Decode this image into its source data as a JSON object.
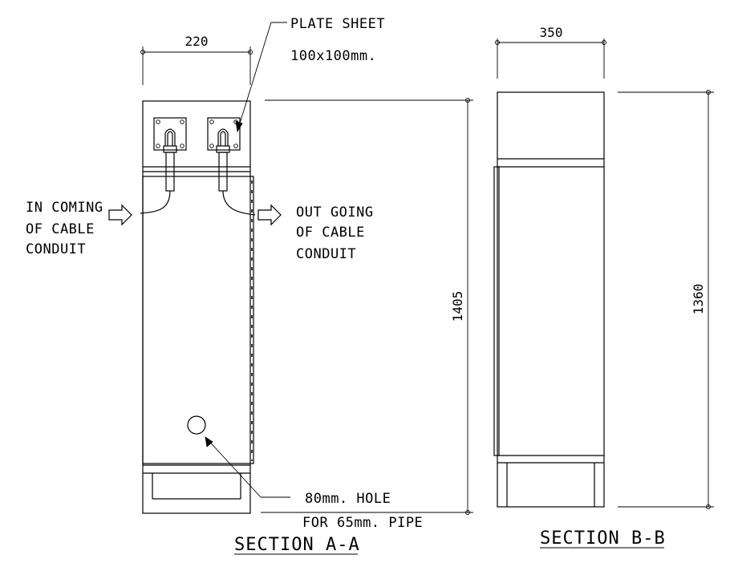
{
  "labels": {
    "plate_sheet_line1": "PLATE SHEET",
    "plate_sheet_line2": "100x100mm.",
    "incoming_line1": "IN COMING",
    "incoming_line2": "OF CABLE",
    "incoming_line3": "CONDUIT",
    "outgoing_line1": "OUT GOING",
    "outgoing_line2": "OF CABLE",
    "outgoing_line3": "CONDUIT",
    "hole_line1": "80mm. HOLE",
    "hole_line2": "FOR 65mm. PIPE"
  },
  "dimensions": {
    "width_a": "220",
    "width_b": "350",
    "height_a": "1405",
    "height_b": "1360"
  },
  "titles": {
    "section_a": "SECTION A-A",
    "section_b": "SECTION B-B"
  }
}
